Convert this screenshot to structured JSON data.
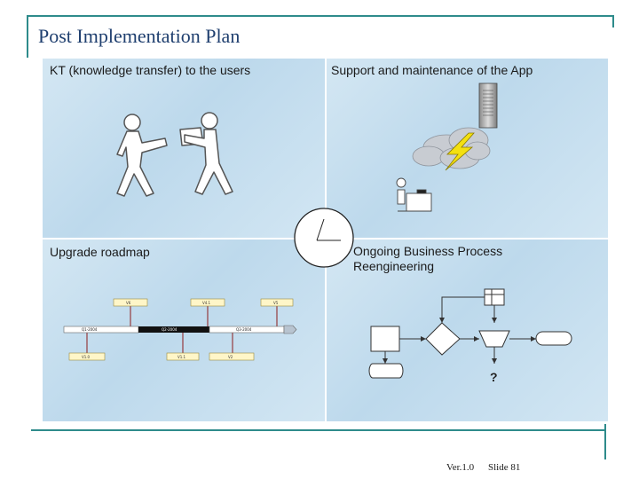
{
  "slide": {
    "title": "Post Implementation Plan",
    "accent_color": "#2e8b8b",
    "title_color": "#1f3f6f"
  },
  "quadrants": {
    "kt": {
      "label": "KT (knowledge transfer) to the users",
      "icon": "people-handing-over-icon"
    },
    "support": {
      "label": "Support and maintenance of the App",
      "icon": "server-network-user-icon"
    },
    "upgrade": {
      "label": "Upgrade roadmap",
      "icon": "roadmap-timeline-icon",
      "timeline_segments": [
        "Q1-2004",
        "Q2-2004",
        "Q3-2004"
      ],
      "top_markers": [
        "V6",
        "V4.1",
        "V5"
      ],
      "bottom_markers": [
        "V1.0",
        "V1.1",
        "V2"
      ]
    },
    "bpr": {
      "label": "Ongoing Business Process Reengineering",
      "icon": "flowchart-icon",
      "question_mark": "?"
    }
  },
  "clock": {
    "icon": "clock-icon"
  },
  "footer": {
    "version": "Ver.1.0",
    "slide": "Slide 81"
  }
}
